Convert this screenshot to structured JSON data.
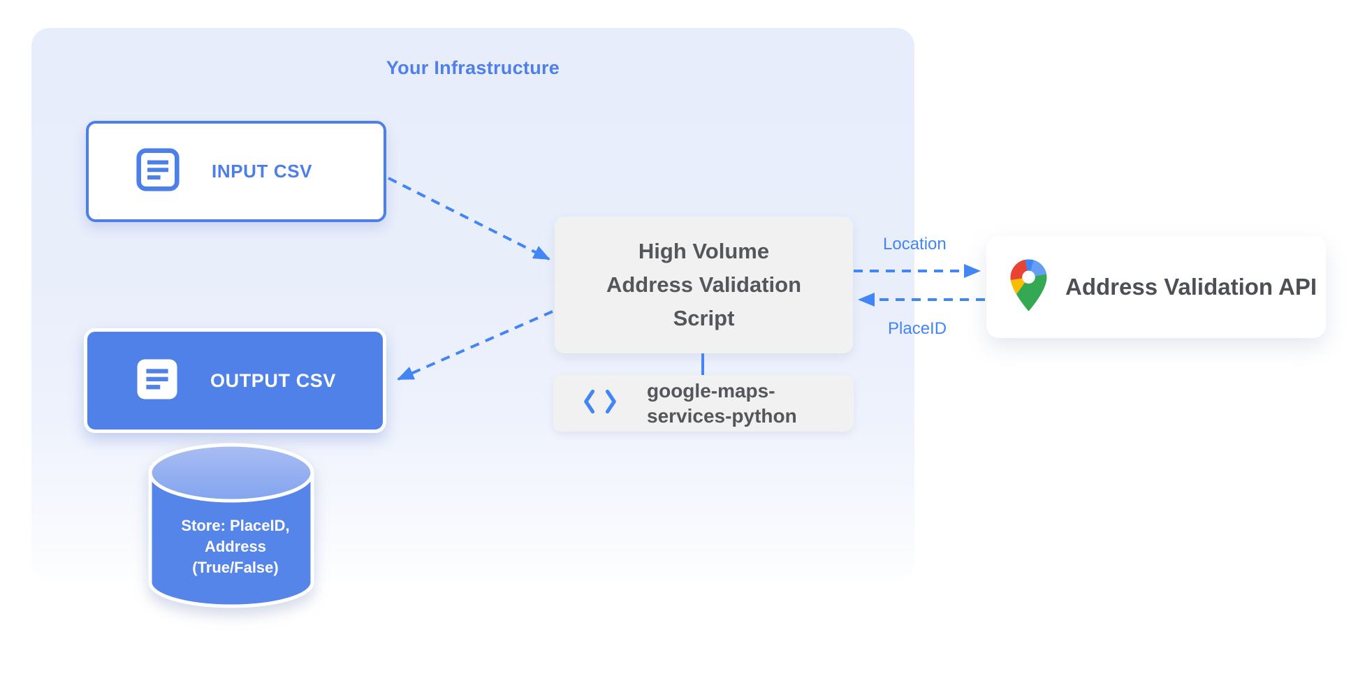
{
  "diagram": {
    "container": {
      "title": "Your Infrastructure"
    },
    "nodes": {
      "input_csv": {
        "label": "INPUT CSV"
      },
      "output_csv": {
        "label": "OUTPUT CSV"
      },
      "datastore": {
        "lines": [
          "Store: PlaceID,",
          "Address",
          "(True/False)"
        ]
      },
      "script": {
        "lines": [
          "High Volume",
          "Address Validation",
          "Script"
        ]
      },
      "library": {
        "lines": [
          "google-maps-",
          "services-python"
        ]
      },
      "api": {
        "label": "Address Validation API"
      }
    },
    "edges": {
      "location": {
        "label": "Location"
      },
      "placeid": {
        "label": "PlaceID"
      }
    },
    "icons": [
      "document-icon",
      "code-icon",
      "google-maps-pin-icon",
      "database-cylinder"
    ],
    "colors": {
      "primary_blue": "#4c7fe8",
      "arrow_blue": "#4285f4",
      "node_blue_fill": "#4f81e8",
      "cylinder_blue": "#5585e8",
      "cylinder_top_light": "#9db5f2",
      "gray_box": "#f1f1f2",
      "dark_text": "#53565a",
      "container_fill_top": "#e8edfb",
      "title_blue": "#4e7fea",
      "pin_red": "#ea4335",
      "pin_blue": "#4285f4",
      "pin_blue_light": "#669df6",
      "pin_yellow": "#fbbc04",
      "pin_green": "#34a853"
    }
  }
}
